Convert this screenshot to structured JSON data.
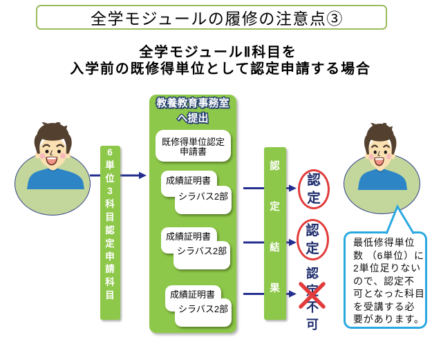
{
  "title": "全学モジュールの履修の注意点③",
  "subtitle": {
    "line1": "全学モジュールⅡ科目を",
    "line2": "入学前の既修得単位として認定申請する場合"
  },
  "student_bar": {
    "vertical_text": "6単位3科目認定申請科目"
  },
  "submission_panel": {
    "header_line1": "教養教育事務室",
    "header_line2": "へ提出",
    "application_box": {
      "line1": "既修得単位認定",
      "line2": "申請書"
    },
    "document_pairs": [
      {
        "certificate": "成績証明書",
        "syllabus": "シラバス2部"
      },
      {
        "certificate": "成績証明書",
        "syllabus": "シラバス2部"
      },
      {
        "certificate": "成績証明書",
        "syllabus": "シラバス2部"
      }
    ]
  },
  "result_bar": {
    "vertical_text": "認定結果"
  },
  "results": [
    {
      "label": "認定",
      "status": "approved"
    },
    {
      "label": "認定",
      "status": "approved"
    },
    {
      "label": "認定不可",
      "status": "rejected"
    }
  ],
  "speech_bubble": {
    "lines": [
      "最低修得単位",
      "数 （6単位）に",
      "2単位足りない",
      "ので、認定不",
      "可となった科目",
      "を受講する必",
      "要があります。"
    ]
  },
  "colors": {
    "green": "#8ec84a",
    "title_border": "#9bbb59",
    "ellipse_fill": "#c3d69b",
    "arrow_navy": "#232e8e",
    "result_red": "#e23b3b",
    "bubble_border": "#29a8e0",
    "result_text_navy": "#1c2b6b"
  }
}
